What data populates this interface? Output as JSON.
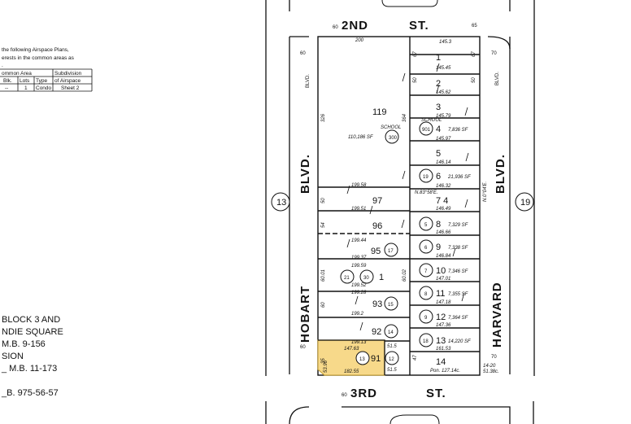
{
  "streets": {
    "top_name": "2ND",
    "top_suffix": "ST.",
    "top_width_left": "60",
    "top_width_right": "65",
    "bottom_name": "3RD",
    "bottom_suffix": "ST.",
    "bottom_width": "60",
    "left_blvd": "BLVD.",
    "left_name": "HOBART",
    "left_blvd_small": "BLVD.",
    "left_width_top": "60",
    "left_width_bottom": "60",
    "right_blvd": "BLVD.",
    "right_name": "HARVARD",
    "right_blvd_small": "BLVD.",
    "right_width_top": "70",
    "right_width_bottom": "70"
  },
  "map_refs": {
    "left": "13",
    "right": "19"
  },
  "lots": {
    "l119": "119",
    "l97": "97",
    "l96": "96",
    "l95": "95",
    "l1w": "1",
    "l93": "93",
    "l92": "92",
    "l91": "91",
    "e1": "1",
    "e2": "2",
    "e3": "3",
    "e4": "4",
    "e5": "5",
    "e6": "6",
    "e7": "7 4",
    "e8": "8",
    "e9": "9",
    "e10": "10",
    "e11": "11",
    "e12": "12",
    "e13": "13",
    "e14": "14"
  },
  "parcels": {
    "p300": "300",
    "p901": "901",
    "p19": "19",
    "p5": "5",
    "p6": "6",
    "p7": "7",
    "p8": "8",
    "p9": "9",
    "p18": "18",
    "p17": "17",
    "p21": "21",
    "p30": "30",
    "p15": "15",
    "p14": "14",
    "p13": "13",
    "p12": "12"
  },
  "dims": {
    "top200": "200",
    "school_w": "SCHOOL",
    "school_e": "SCHOOL",
    "area119": "110,186 SF",
    "d19958": "199.58",
    "d19951": "199.51",
    "d19944": "199.44",
    "d19937": "199.37",
    "d19959": "199.59",
    "d19952": "199.52",
    "d19928": "199.28",
    "d1992": "199.2",
    "d19913": "199.13",
    "d14763": "147.63",
    "d18255": "182.55",
    "e1453": "145.3",
    "e14545": "145.45",
    "e14562": "145.62",
    "e14579": "145.79",
    "e14597": "145.97",
    "e14614": "146.14",
    "e14632": "146.32",
    "bearing": "N.83°58'E.",
    "e14649": "146.49",
    "e14666": "146.66",
    "e14684": "146.84",
    "e14701": "147.01",
    "e14718": "147.18",
    "e14736": "147.36",
    "e16153": "161.53",
    "pon": "Pon. 127.14c.",
    "d1420": "14-20",
    "d5138": "51.38c.",
    "a7836": "7,836 SF",
    "a21936": "21,936 SF",
    "a7329": "7,329 SF",
    "a7338": "7,338 SF",
    "a7346": "7,346 SF",
    "a7355": "7,355 SF",
    "a7364": "7,364 SF",
    "a14220": "14,220 SF",
    "d515a": "51.5",
    "d515b": "51.5",
    "v326": "326",
    "v364": "364",
    "v50": "50",
    "v54": "54",
    "v6001": "60.01",
    "v6002": "60.02",
    "v60": "60",
    "v35": "35",
    "v67": "67",
    "v50b": "50",
    "v67r": "67",
    "v50r": "50",
    "bearing_e": "N.0°04'E.",
    "v5396": "53.96",
    "v47": "47"
  },
  "legend": {
    "line1": "the following Airspace Plans,",
    "line2": "erests in the common areas as",
    "line3": ".",
    "hdr_common": "ommon Area",
    "hdr_subdivision": "Subdivision",
    "col_blk": "Blk.",
    "col_lots": "Lots",
    "col_type": "Type",
    "col_airspace": "of Airspace",
    "val_blk": "--",
    "val_lots": "1",
    "val_type": "Condo",
    "val_sheet": "Sheet 2"
  },
  "notes": {
    "line1": "BLOCK 3 AND",
    "line2": "NDIE SQUARE",
    "line3": "M.B. 9-156",
    "line4": "SION",
    "line5": "_ M.B. 11-173",
    "line6": "_B. 975-56-57"
  }
}
